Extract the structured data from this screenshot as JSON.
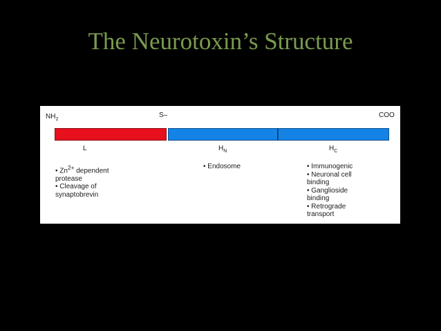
{
  "title": "The Neurotoxin’s Structure",
  "diagram": {
    "n_terminal": {
      "main": "NH",
      "sub": "2"
    },
    "disulfide": "S–",
    "c_terminal": "COO",
    "colors": {
      "light_chain": "#e8101d",
      "heavy_chain": "#1583e6"
    },
    "domains": [
      {
        "label_main": "L",
        "label_sub": "",
        "functions": [
          {
            "text": "• Zn",
            "sup": "2+",
            "rest": " dependent protease"
          },
          {
            "text": "• Cleavage of synaptobrevin",
            "sup": "",
            "rest": ""
          }
        ]
      },
      {
        "label_main": "H",
        "label_sub": "N",
        "functions": [
          {
            "text": "• Endosome",
            "sup": "",
            "rest": ""
          }
        ]
      },
      {
        "label_main": "H",
        "label_sub": "C",
        "functions": [
          {
            "text": "• Immunogenic",
            "sup": "",
            "rest": ""
          },
          {
            "text": "• Neuronal cell binding",
            "sup": "",
            "rest": ""
          },
          {
            "text": "• Ganglioside binding",
            "sup": "",
            "rest": ""
          },
          {
            "text": "• Retrograde transport",
            "sup": "",
            "rest": ""
          }
        ]
      }
    ]
  }
}
